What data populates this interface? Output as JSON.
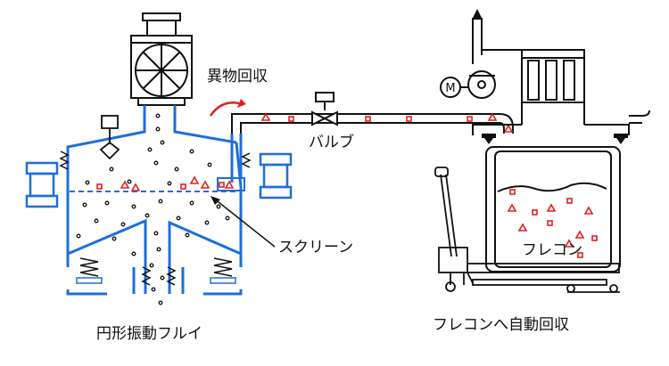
{
  "labels": {
    "foreign_recovery": "異物回収",
    "valve": "バルブ",
    "screen": "スクリーン",
    "flecon_bag": "フレコン",
    "machine": "円形振動フルイ",
    "auto_recovery": "フレコンへ自動回収",
    "motor_symbol": "M"
  },
  "colors": {
    "equipment": "#1e6fd9",
    "line": "#111111",
    "foreign_matter": "#e02020",
    "arrow": "#e02020"
  }
}
